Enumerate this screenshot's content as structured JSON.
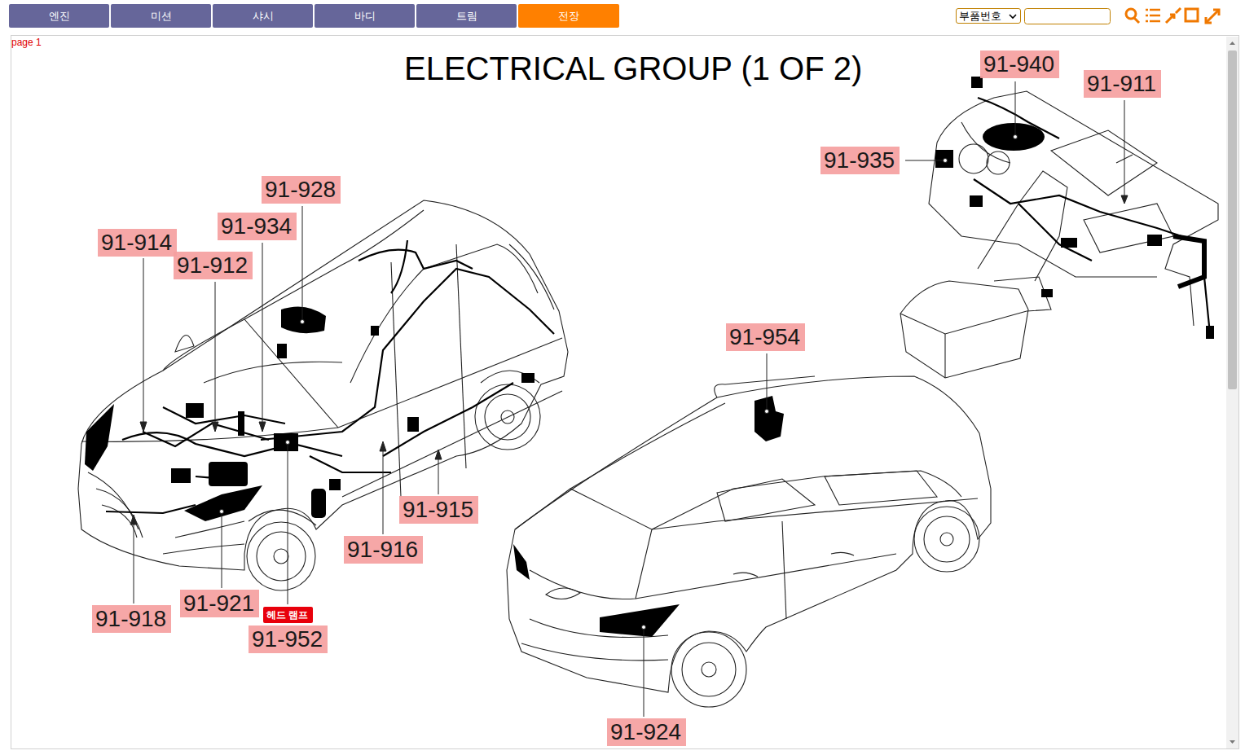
{
  "diagram": {
    "title": "ELECTRICAL GROUP (1 OF 2)",
    "nodes": [
      {
        "text": [
          "엔진"
        ]
      },
      {
        "text": [
          "미션"
        ]
      },
      {
        "text": [
          "샤시"
        ]
      },
      {
        "text": [
          "바디"
        ]
      },
      {
        "text": [
          "트림"
        ]
      },
      {
        "text": [
          "전장"
        ]
      },
      {
        "text": [
          "부품번호"
        ]
      },
      {
        "text": [
          "91-940"
        ]
      },
      {
        "text": [
          "91-911"
        ]
      },
      {
        "text": [
          "91-935"
        ]
      },
      {
        "text": [
          "91-928"
        ]
      },
      {
        "text": [
          "91-934"
        ]
      },
      {
        "text": [
          "91-914"
        ]
      },
      {
        "text": [
          "91-912"
        ]
      },
      {
        "text": [
          "91-954"
        ]
      },
      {
        "text": [
          "91-915"
        ]
      },
      {
        "text": [
          "91-916"
        ]
      },
      {
        "text": [
          "91-921"
        ]
      },
      {
        "text": [
          "91-918"
        ]
      },
      {
        "text": [
          "헤드 램프"
        ]
      },
      {
        "text": [
          "91-952"
        ]
      },
      {
        "text": [
          "91-924"
        ]
      }
    ],
    "labels": [
      "page 1"
    ]
  }
}
